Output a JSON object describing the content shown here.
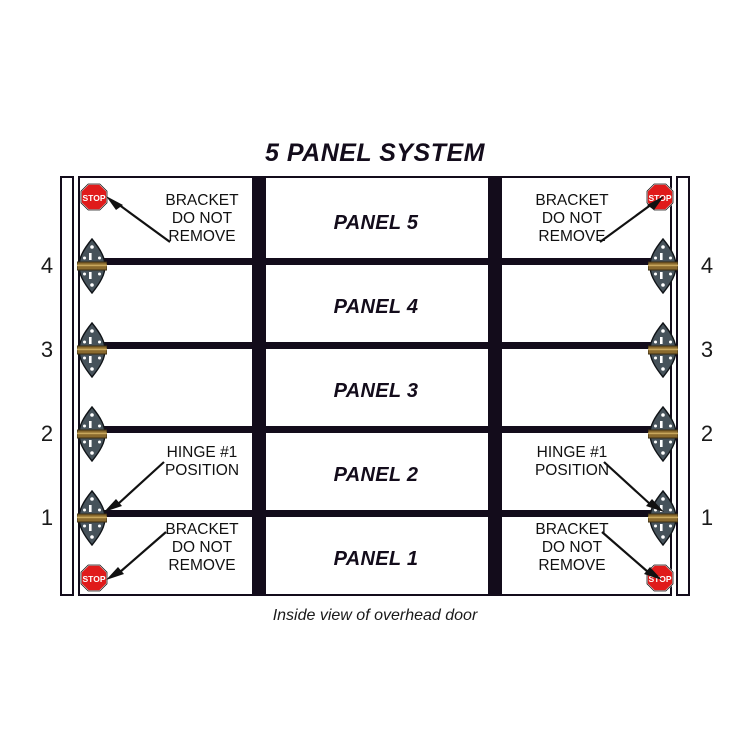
{
  "title": "5 PANEL SYSTEM",
  "caption": "Inside view of overhead door",
  "colors": {
    "line": "#130c1b",
    "stop_red": "#e01b1b",
    "hinge_body": "#46525a",
    "hinge_barrel": "#8a6a2e",
    "background": "#ffffff"
  },
  "panels": [
    {
      "label": "PANEL 5"
    },
    {
      "label": "PANEL 4"
    },
    {
      "label": "PANEL 3"
    },
    {
      "label": "PANEL 2"
    },
    {
      "label": "PANEL 1"
    }
  ],
  "hinge_positions": {
    "left": [
      "4",
      "3",
      "2",
      "1"
    ],
    "right": [
      "4",
      "3",
      "2",
      "1"
    ]
  },
  "callouts": {
    "bracket_top_left": "BRACKET\nDO NOT\nREMOVE",
    "bracket_top_right": "BRACKET\nDO NOT\nREMOVE",
    "bracket_bottom_left": "BRACKET\nDO NOT\nREMOVE",
    "bracket_bottom_right": "BRACKET\nDO NOT\nREMOVE",
    "hinge_left": "HINGE #1\nPOSITION",
    "hinge_right": "HINGE #1\nPOSITION"
  },
  "stop_sign_label": "STOP",
  "icons": {
    "stop": "stop-sign-icon",
    "hinge": "door-hinge-icon",
    "arrow": "pointer-arrow-icon"
  }
}
